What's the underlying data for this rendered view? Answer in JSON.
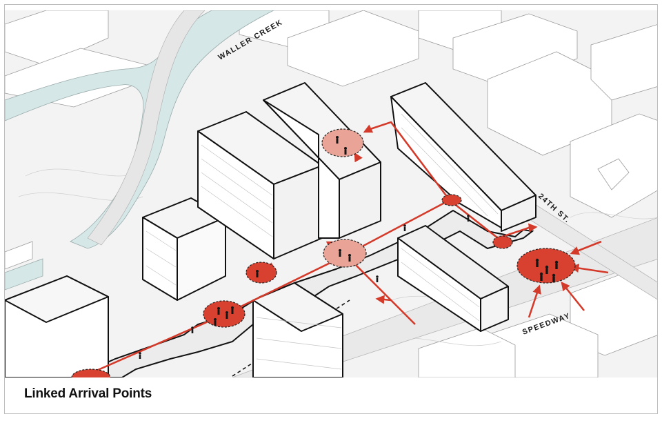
{
  "caption": "Linked Arrival Points",
  "labels": {
    "creek": "WALLER CREEK",
    "street_24th": "24TH ST.",
    "speedway": "SPEEDWAY"
  },
  "colors": {
    "accent_red": "#d43a2a",
    "node_fill": "#d8412f",
    "node_fill_light": "#e9a497",
    "creek_water": "#d6e7e7",
    "ground": "#efefef",
    "building_fill": "#ffffff",
    "building_stroke": "#111111",
    "context_stroke": "#8c8c8c"
  },
  "icons": {
    "arrival_node": "red-ellipse-node",
    "pedestrian": "person-figure",
    "path_arrow": "arrow-icon"
  }
}
